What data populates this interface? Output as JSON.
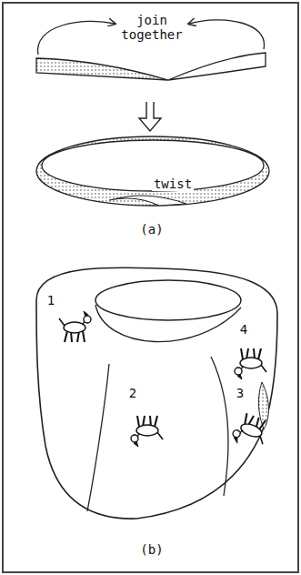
{
  "diagram": {
    "labels": [
      "join together",
      "twist",
      "(a)",
      "1",
      "4",
      "2",
      "3",
      "(b)"
    ]
  }
}
